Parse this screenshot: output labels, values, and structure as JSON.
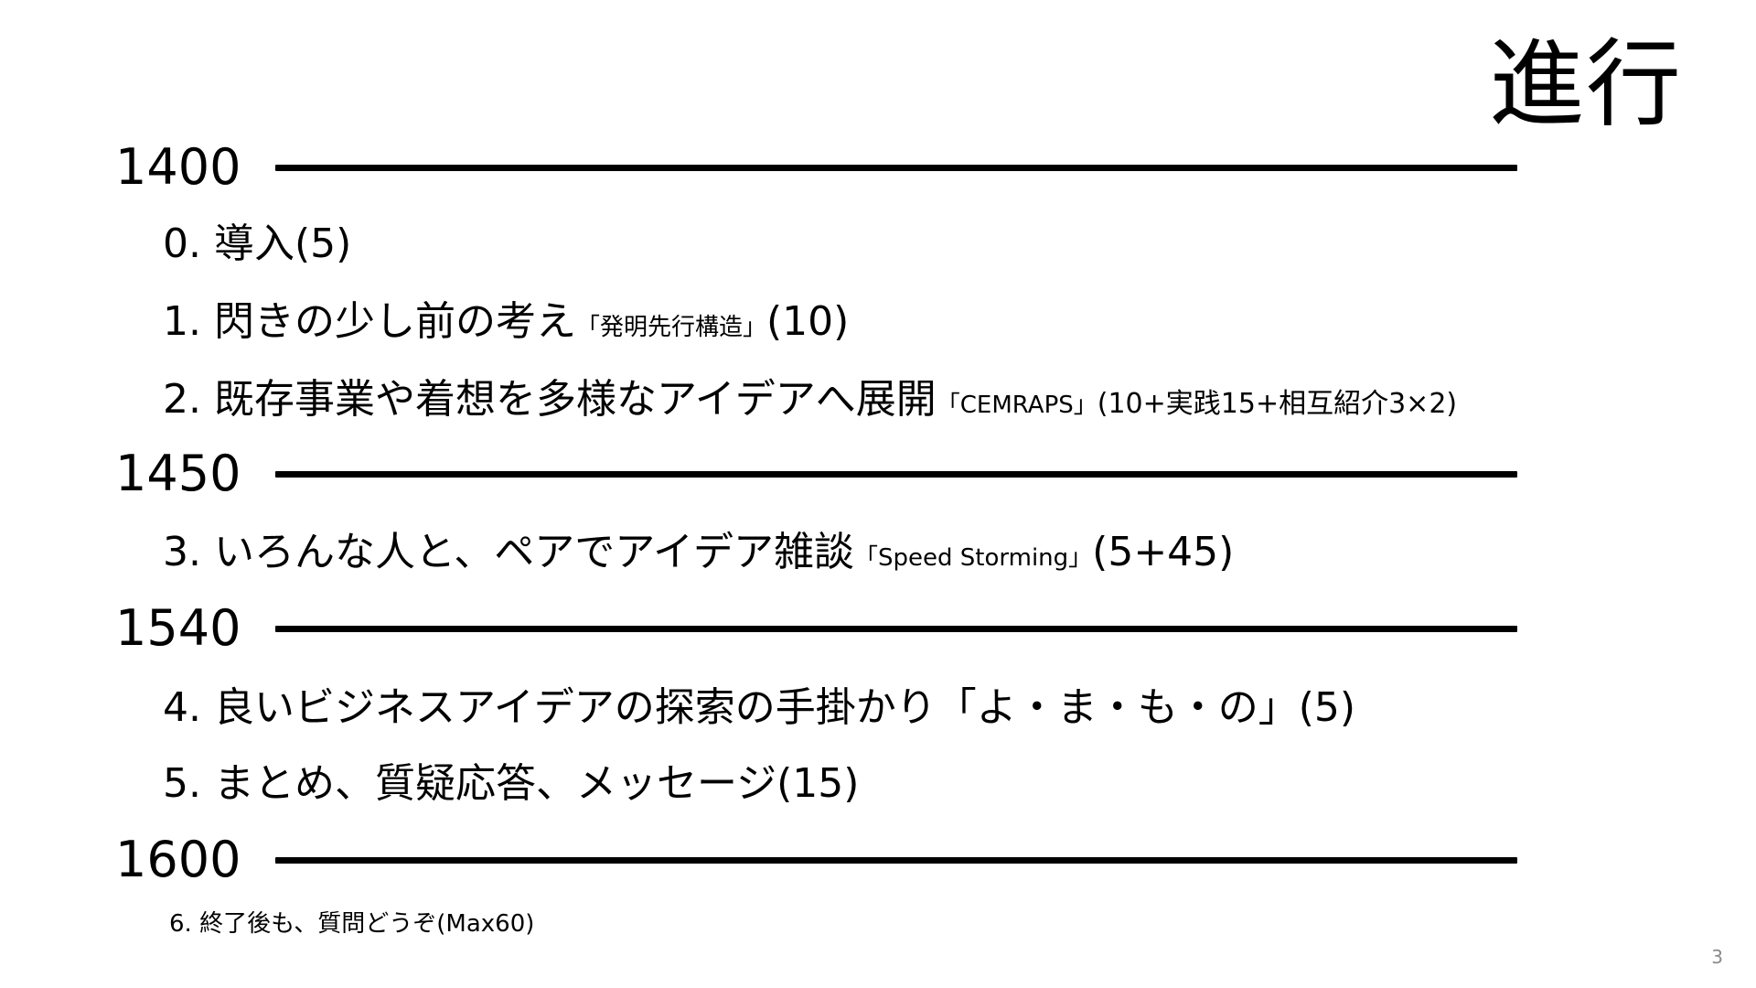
{
  "title": "進行",
  "times": [
    {
      "label": "1400"
    },
    {
      "label": "1450"
    },
    {
      "label": "1540"
    },
    {
      "label": "1600"
    }
  ],
  "items": [
    {
      "main": "0. 導入(5)",
      "note": "",
      "tail": ""
    },
    {
      "main": "1. 閃きの少し前の考え",
      "note": "「発明先行構造」",
      "tail": "(10)"
    },
    {
      "main": "2. 既存事業や着想を多様なアイデアへ展開",
      "note": "「CEMRAPS」",
      "tail": "(10+実践15+相互紹介3×2)"
    },
    {
      "main": "3. いろんな人と、ペアでアイデア雑談",
      "note": "「Speed Storming」",
      "tail": "(5+45)"
    },
    {
      "main": "4. 良いビジネスアイデアの探索の手掛かり「よ・ま・も・の」(5)",
      "note": "",
      "tail": ""
    },
    {
      "main": "5. まとめ、質疑応答、メッセージ(15)",
      "note": "",
      "tail": ""
    }
  ],
  "after_note": "6. 終了後も、質問どうぞ(Max60)",
  "page_number": "3"
}
